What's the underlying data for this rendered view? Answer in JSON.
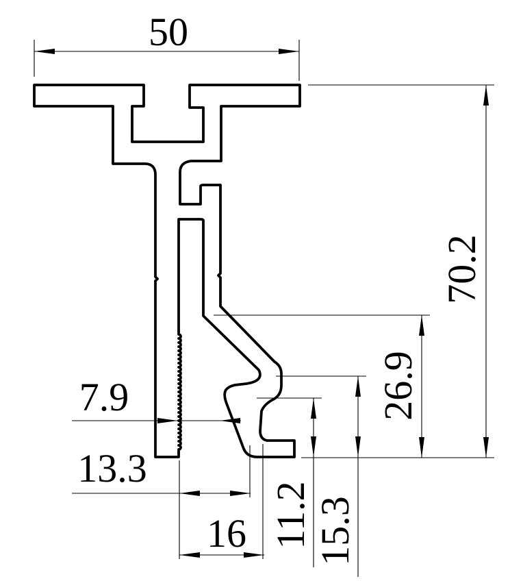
{
  "drawing": {
    "title": "extrusion-profile-cross-section",
    "units_shown": "none",
    "line_color": "#000000",
    "background_color": "#ffffff",
    "dimensions": {
      "top_width": "50",
      "overall_height": "70.2",
      "hook_drop": "26.9",
      "clamp_gap": "7.9",
      "heel_offset": "13.3",
      "foot_span": "16",
      "foot_rise": "11.2",
      "ledge_rise": "15.3"
    }
  }
}
